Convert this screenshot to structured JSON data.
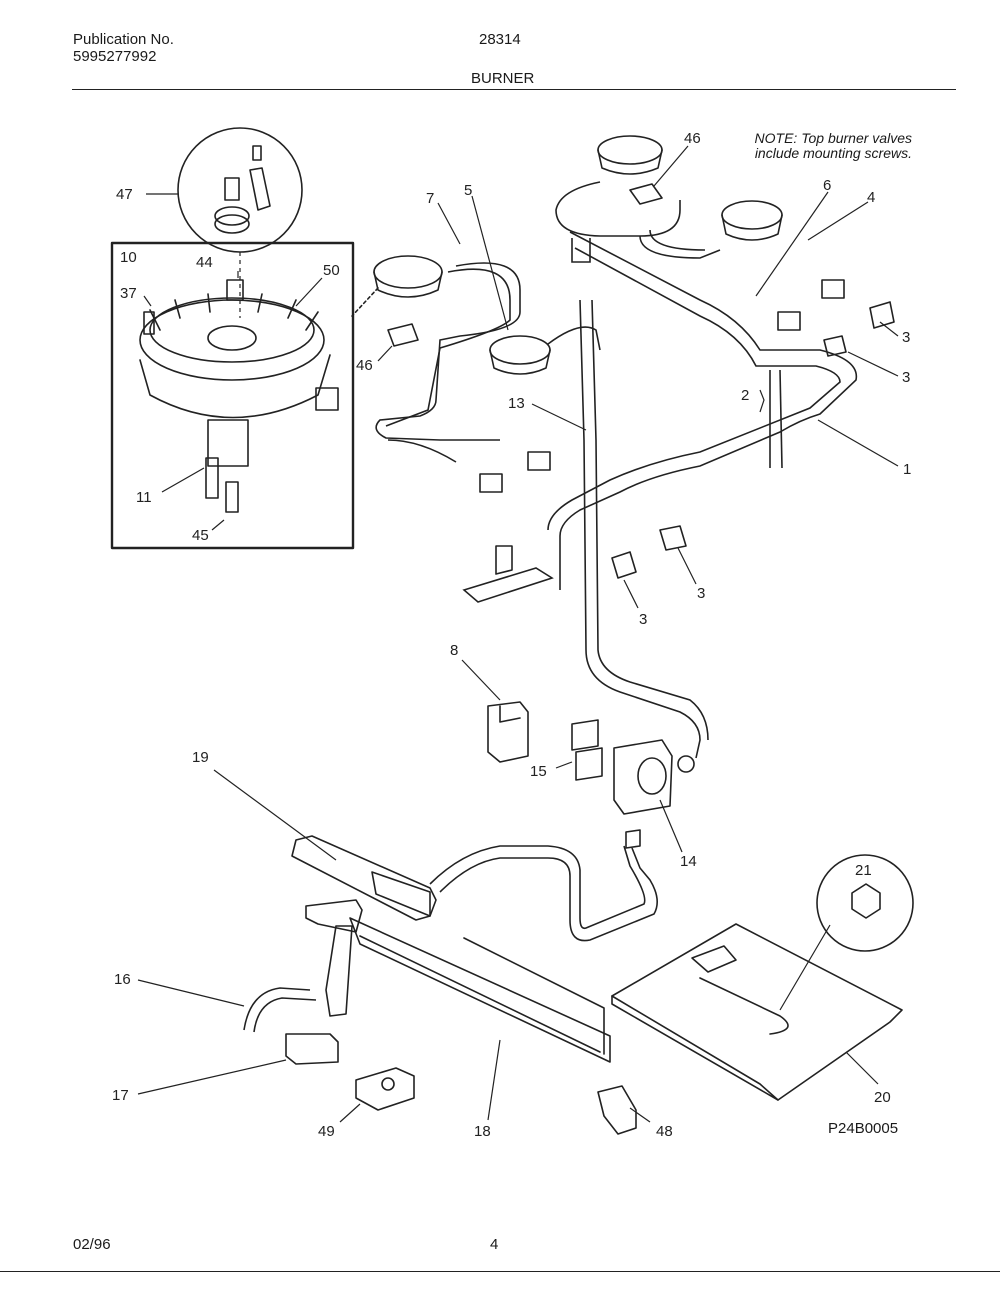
{
  "header": {
    "publication_label": "Publication No.",
    "publication_number": "5995277992",
    "model_number": "28314",
    "section_title": "BURNER"
  },
  "note": {
    "line1": "NOTE: Top burner valves",
    "line2": "include mounting screws."
  },
  "figure_code": "P24B0005",
  "footer": {
    "date": "02/96",
    "page_number": "4"
  },
  "callouts": [
    "47",
    "10",
    "44",
    "50",
    "37",
    "11",
    "45",
    "7",
    "5",
    "46",
    "46",
    "6",
    "4",
    "3",
    "3",
    "2",
    "13",
    "1",
    "3",
    "3",
    "8",
    "15",
    "14",
    "19",
    "16",
    "17",
    "18",
    "49",
    "48",
    "21",
    "20"
  ]
}
